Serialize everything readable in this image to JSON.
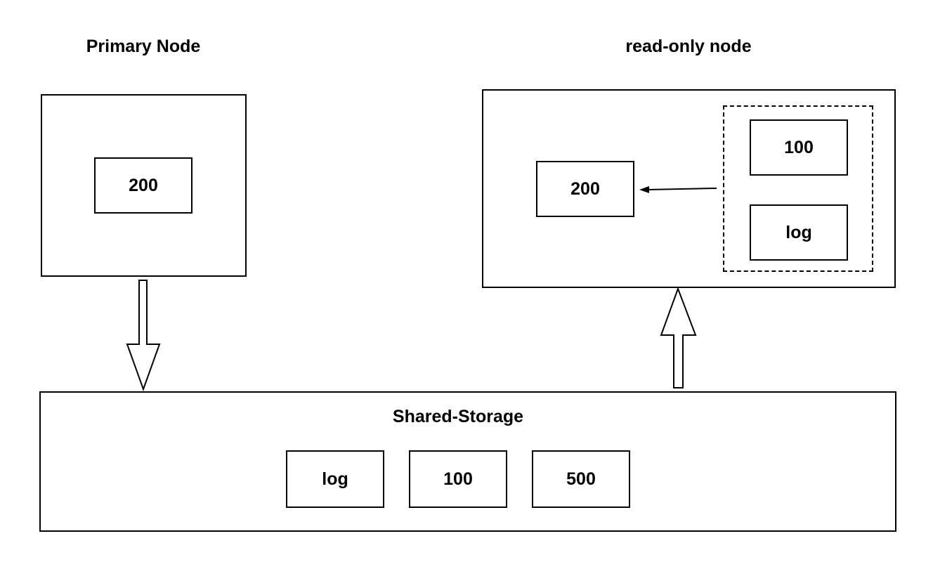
{
  "primary": {
    "title": "Primary Node",
    "page_value": "200"
  },
  "readonly": {
    "title": "read-only node",
    "page_value": "200",
    "buffer": {
      "page_value": "100",
      "log_label": "log"
    }
  },
  "storage": {
    "title": "Shared-Storage",
    "items": [
      "log",
      "100",
      "500"
    ]
  }
}
